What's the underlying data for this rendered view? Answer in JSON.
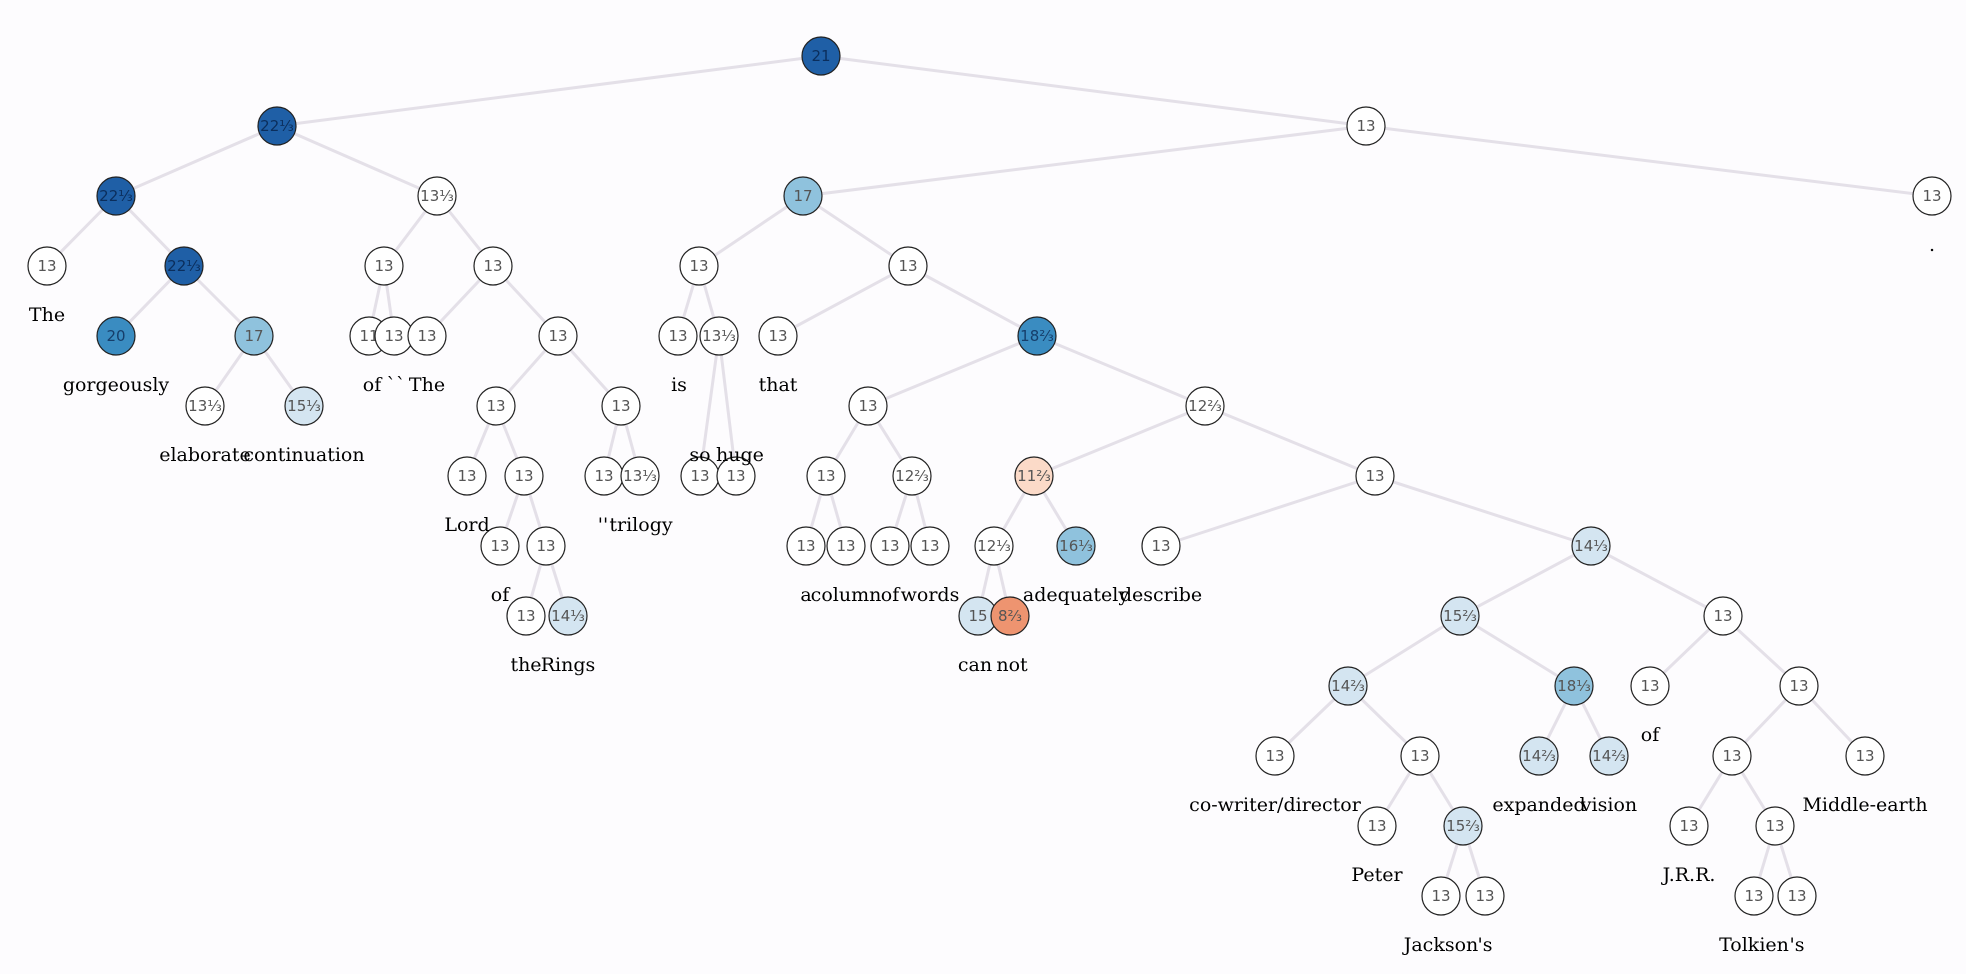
{
  "colors": {
    "blue_dark": "#1f5fa6",
    "blue_mid": "#3a8cc1",
    "blue_light": "#8fc2dd",
    "blue_pale": "#d4e5f1",
    "neutral": "#ffffff",
    "red_pale": "#fbdac8",
    "red_mid": "#ee9470",
    "edge": "#e4e0e8"
  },
  "nodes": [
    {
      "id": "n0",
      "label": "21",
      "color": "blue_dark"
    },
    {
      "id": "n1",
      "label": "22⅓",
      "color": "blue_dark"
    },
    {
      "id": "n2",
      "label": "13",
      "color": "neutral"
    },
    {
      "id": "n3",
      "label": "22⅓",
      "color": "blue_dark"
    },
    {
      "id": "n4",
      "label": "13⅓",
      "color": "neutral"
    },
    {
      "id": "n5",
      "label": "17",
      "color": "blue_light"
    },
    {
      "id": "n6",
      "label": "13",
      "color": "neutral"
    },
    {
      "id": "n7",
      "label": "13",
      "color": "neutral"
    },
    {
      "id": "n8",
      "label": "22⅓",
      "color": "blue_dark"
    },
    {
      "id": "n9",
      "label": "13",
      "color": "neutral"
    },
    {
      "id": "n10",
      "label": "13",
      "color": "neutral"
    },
    {
      "id": "n11",
      "label": "13",
      "color": "neutral"
    },
    {
      "id": "n12",
      "label": "13",
      "color": "neutral"
    },
    {
      "id": "n13",
      "label": "20",
      "color": "blue_mid"
    },
    {
      "id": "n14",
      "label": "17",
      "color": "blue_light"
    },
    {
      "id": "n15",
      "label": "11",
      "color": "neutral"
    },
    {
      "id": "n16",
      "label": "13",
      "color": "neutral"
    },
    {
      "id": "n17",
      "label": "13",
      "color": "neutral"
    },
    {
      "id": "n18",
      "label": "13",
      "color": "neutral"
    },
    {
      "id": "n19",
      "label": "13",
      "color": "neutral"
    },
    {
      "id": "n20",
      "label": "13⅓",
      "color": "neutral"
    },
    {
      "id": "n21",
      "label": "13",
      "color": "neutral"
    },
    {
      "id": "n22",
      "label": "18⅔",
      "color": "blue_mid"
    },
    {
      "id": "n23",
      "label": "13⅓",
      "color": "neutral"
    },
    {
      "id": "n24",
      "label": "15⅓",
      "color": "blue_pale"
    },
    {
      "id": "n25",
      "label": "13",
      "color": "neutral"
    },
    {
      "id": "n26",
      "label": "13",
      "color": "neutral"
    },
    {
      "id": "n27",
      "label": "13",
      "color": "neutral"
    },
    {
      "id": "n28",
      "label": "13",
      "color": "neutral"
    },
    {
      "id": "n29",
      "label": "13",
      "color": "neutral"
    },
    {
      "id": "n30",
      "label": "12⅔",
      "color": "neutral"
    },
    {
      "id": "n31",
      "label": "13",
      "color": "neutral"
    },
    {
      "id": "n32",
      "label": "13",
      "color": "neutral"
    },
    {
      "id": "n33",
      "label": "13",
      "color": "neutral"
    },
    {
      "id": "n34",
      "label": "13⅓",
      "color": "neutral"
    },
    {
      "id": "n35",
      "label": "13",
      "color": "neutral"
    },
    {
      "id": "n36",
      "label": "12⅔",
      "color": "neutral"
    },
    {
      "id": "n37",
      "label": "11⅔",
      "color": "red_pale"
    },
    {
      "id": "n38",
      "label": "13",
      "color": "neutral"
    },
    {
      "id": "n39",
      "label": "13",
      "color": "neutral"
    },
    {
      "id": "n40",
      "label": "13",
      "color": "neutral"
    },
    {
      "id": "n41",
      "label": "13",
      "color": "neutral"
    },
    {
      "id": "n42",
      "label": "13",
      "color": "neutral"
    },
    {
      "id": "n43",
      "label": "13",
      "color": "neutral"
    },
    {
      "id": "n44",
      "label": "13",
      "color": "neutral"
    },
    {
      "id": "n45",
      "label": "13",
      "color": "neutral"
    },
    {
      "id": "n46",
      "label": "12⅓",
      "color": "neutral"
    },
    {
      "id": "n47",
      "label": "16⅓",
      "color": "blue_light"
    },
    {
      "id": "n48",
      "label": "13",
      "color": "neutral"
    },
    {
      "id": "n49",
      "label": "14⅓",
      "color": "blue_pale"
    },
    {
      "id": "n50",
      "label": "13",
      "color": "neutral"
    },
    {
      "id": "n51",
      "label": "14⅓",
      "color": "blue_pale"
    },
    {
      "id": "n52",
      "label": "15",
      "color": "blue_pale"
    },
    {
      "id": "n53",
      "label": "8⅔",
      "color": "red_mid"
    },
    {
      "id": "n54",
      "label": "15⅔",
      "color": "blue_pale"
    },
    {
      "id": "n55",
      "label": "13",
      "color": "neutral"
    },
    {
      "id": "n56",
      "label": "14⅔",
      "color": "blue_pale"
    },
    {
      "id": "n57",
      "label": "18⅓",
      "color": "blue_light"
    },
    {
      "id": "n58",
      "label": "13",
      "color": "neutral"
    },
    {
      "id": "n59",
      "label": "13",
      "color": "neutral"
    },
    {
      "id": "n60",
      "label": "13",
      "color": "neutral"
    },
    {
      "id": "n61",
      "label": "13",
      "color": "neutral"
    },
    {
      "id": "n62",
      "label": "14⅔",
      "color": "blue_pale"
    },
    {
      "id": "n63",
      "label": "14⅔",
      "color": "blue_pale"
    },
    {
      "id": "n64",
      "label": "13",
      "color": "neutral"
    },
    {
      "id": "n65",
      "label": "13",
      "color": "neutral"
    },
    {
      "id": "n66",
      "label": "13",
      "color": "neutral"
    },
    {
      "id": "n67",
      "label": "15⅔",
      "color": "blue_pale"
    },
    {
      "id": "n68",
      "label": "13",
      "color": "neutral"
    },
    {
      "id": "n69",
      "label": "13",
      "color": "neutral"
    },
    {
      "id": "n70",
      "label": "13",
      "color": "neutral"
    },
    {
      "id": "n71",
      "label": "13",
      "color": "neutral"
    },
    {
      "id": "n72",
      "label": "13",
      "color": "neutral"
    },
    {
      "id": "n73",
      "label": "13",
      "color": "neutral"
    }
  ],
  "edges": [
    [
      "n0",
      "n1"
    ],
    [
      "n0",
      "n2"
    ],
    [
      "n1",
      "n3"
    ],
    [
      "n1",
      "n4"
    ],
    [
      "n2",
      "n5"
    ],
    [
      "n2",
      "n6"
    ],
    [
      "n3",
      "n7"
    ],
    [
      "n3",
      "n8"
    ],
    [
      "n4",
      "n9"
    ],
    [
      "n4",
      "n10"
    ],
    [
      "n5",
      "n11"
    ],
    [
      "n5",
      "n12"
    ],
    [
      "n8",
      "n13"
    ],
    [
      "n8",
      "n14"
    ],
    [
      "n9",
      "n15"
    ],
    [
      "n9",
      "n16"
    ],
    [
      "n10",
      "n17"
    ],
    [
      "n10",
      "n18"
    ],
    [
      "n11",
      "n19"
    ],
    [
      "n11",
      "n20"
    ],
    [
      "n12",
      "n21"
    ],
    [
      "n12",
      "n22"
    ],
    [
      "n14",
      "n23"
    ],
    [
      "n14",
      "n24"
    ],
    [
      "n18",
      "n25"
    ],
    [
      "n18",
      "n26"
    ],
    [
      "n20",
      "n27"
    ],
    [
      "n20",
      "n28"
    ],
    [
      "n22",
      "n29"
    ],
    [
      "n22",
      "n30"
    ],
    [
      "n25",
      "n31"
    ],
    [
      "n25",
      "n32"
    ],
    [
      "n26",
      "n33"
    ],
    [
      "n26",
      "n34"
    ],
    [
      "n29",
      "n35"
    ],
    [
      "n29",
      "n36"
    ],
    [
      "n30",
      "n37"
    ],
    [
      "n30",
      "n38"
    ],
    [
      "n32",
      "n39"
    ],
    [
      "n32",
      "n40"
    ],
    [
      "n35",
      "n41"
    ],
    [
      "n35",
      "n42"
    ],
    [
      "n36",
      "n43"
    ],
    [
      "n36",
      "n44"
    ],
    [
      "n37",
      "n46"
    ],
    [
      "n37",
      "n47"
    ],
    [
      "n38",
      "n48"
    ],
    [
      "n38",
      "n49"
    ],
    [
      "n40",
      "n50"
    ],
    [
      "n40",
      "n51"
    ],
    [
      "n46",
      "n52"
    ],
    [
      "n46",
      "n53"
    ],
    [
      "n49",
      "n54"
    ],
    [
      "n49",
      "n55"
    ],
    [
      "n54",
      "n56"
    ],
    [
      "n54",
      "n57"
    ],
    [
      "n55",
      "n58"
    ],
    [
      "n55",
      "n59"
    ],
    [
      "n56",
      "n60"
    ],
    [
      "n56",
      "n61"
    ],
    [
      "n57",
      "n62"
    ],
    [
      "n57",
      "n63"
    ],
    [
      "n59",
      "n64"
    ],
    [
      "n59",
      "n65"
    ],
    [
      "n61",
      "n66"
    ],
    [
      "n61",
      "n67"
    ],
    [
      "n64",
      "n68"
    ],
    [
      "n64",
      "n69"
    ],
    [
      "n67",
      "n70"
    ],
    [
      "n67",
      "n71"
    ],
    [
      "n69",
      "n72"
    ],
    [
      "n69",
      "n73"
    ]
  ],
  "words": [
    {
      "id": "w1",
      "text": "The"
    },
    {
      "id": "w2",
      "text": "gorgeously"
    },
    {
      "id": "w3",
      "text": "elaborate"
    },
    {
      "id": "w4",
      "text": "continuation"
    },
    {
      "id": "w5",
      "text": "of"
    },
    {
      "id": "w6",
      "text": "``"
    },
    {
      "id": "w7",
      "text": "The"
    },
    {
      "id": "w8",
      "text": "Lord"
    },
    {
      "id": "w9",
      "text": "of"
    },
    {
      "id": "w10",
      "text": "the"
    },
    {
      "id": "w11",
      "text": "Rings"
    },
    {
      "id": "w12",
      "text": "''"
    },
    {
      "id": "w13",
      "text": "trilogy"
    },
    {
      "id": "w14",
      "text": "is"
    },
    {
      "id": "w15",
      "text": "so"
    },
    {
      "id": "w16",
      "text": "huge"
    },
    {
      "id": "w17",
      "text": "that"
    },
    {
      "id": "w18",
      "text": "a"
    },
    {
      "id": "w19",
      "text": "column"
    },
    {
      "id": "w20",
      "text": "of"
    },
    {
      "id": "w21",
      "text": "words"
    },
    {
      "id": "w22",
      "text": "can"
    },
    {
      "id": "w23",
      "text": "not"
    },
    {
      "id": "w24",
      "text": "adequately"
    },
    {
      "id": "w25",
      "text": "describe"
    },
    {
      "id": "w26",
      "text": "co-writer/director"
    },
    {
      "id": "w27",
      "text": "Peter"
    },
    {
      "id": "w28",
      "text": "Jackson"
    },
    {
      "id": "w29",
      "text": "'s"
    },
    {
      "id": "w30",
      "text": "expanded"
    },
    {
      "id": "w31",
      "text": "vision"
    },
    {
      "id": "w32",
      "text": "of"
    },
    {
      "id": "w33",
      "text": "J.R.R."
    },
    {
      "id": "w34",
      "text": "Tolkien"
    },
    {
      "id": "w35",
      "text": "'s"
    },
    {
      "id": "w36",
      "text": "Middle-earth"
    },
    {
      "id": "w37",
      "text": "."
    }
  ]
}
